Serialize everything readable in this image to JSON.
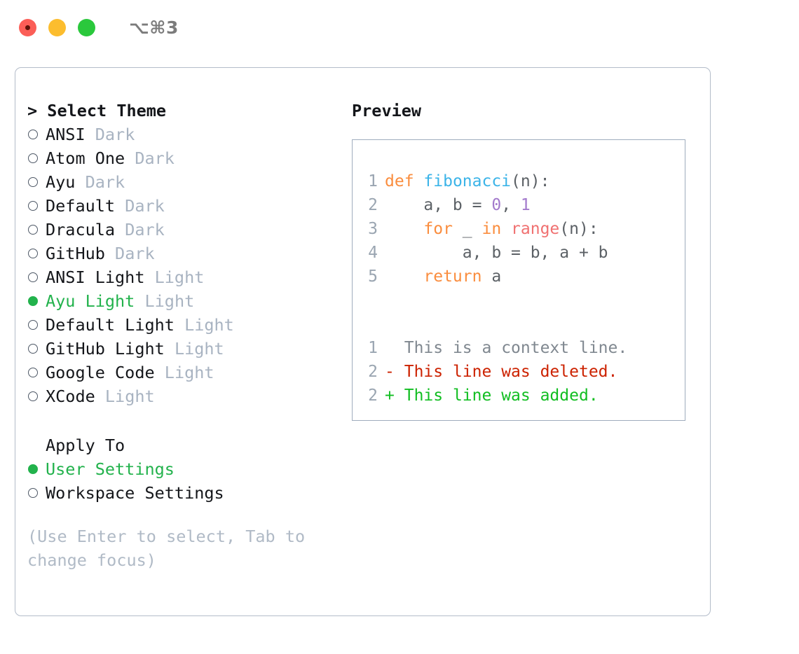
{
  "titlebar": {
    "shortcut": "⌥⌘3",
    "lights": [
      "close",
      "minimize",
      "zoom"
    ]
  },
  "theme_picker": {
    "header": "> Select Theme",
    "header_prompt": ">",
    "header_text": "Select Theme",
    "options": [
      {
        "marker": "○",
        "label": "ANSI",
        "tag": "Dark",
        "selected": false
      },
      {
        "marker": "○",
        "label": "Atom One",
        "tag": "Dark",
        "selected": false
      },
      {
        "marker": "○",
        "label": "Ayu",
        "tag": "Dark",
        "selected": false
      },
      {
        "marker": "○",
        "label": "Default",
        "tag": "Dark",
        "selected": false
      },
      {
        "marker": "○",
        "label": "Dracula",
        "tag": "Dark",
        "selected": false
      },
      {
        "marker": "○",
        "label": "GitHub",
        "tag": "Dark",
        "selected": false
      },
      {
        "marker": "○",
        "label": "ANSI Light",
        "tag": "Light",
        "selected": false
      },
      {
        "marker": "●",
        "label": "Ayu Light",
        "tag": "Light",
        "selected": true
      },
      {
        "marker": "○",
        "label": "Default Light",
        "tag": "Light",
        "selected": false
      },
      {
        "marker": "○",
        "label": "GitHub Light",
        "tag": "Light",
        "selected": false
      },
      {
        "marker": "○",
        "label": "Google Code",
        "tag": "Light",
        "selected": false
      },
      {
        "marker": "○",
        "label": "XCode",
        "tag": "Light",
        "selected": false
      }
    ]
  },
  "apply_to": {
    "header": "Apply To",
    "options": [
      {
        "marker": "●",
        "label": "User Settings",
        "selected": true
      },
      {
        "marker": "○",
        "label": "Workspace Settings",
        "selected": false
      }
    ]
  },
  "hint": "(Use Enter to select, Tab to change focus)",
  "preview": {
    "title": "Preview",
    "code_lines": [
      {
        "lno": "1",
        "tokens": [
          {
            "t": "def",
            "c": "kw"
          },
          {
            "t": " ",
            "c": "pl"
          },
          {
            "t": "fibonacci",
            "c": "fn"
          },
          {
            "t": "(n):",
            "c": "pl"
          }
        ]
      },
      {
        "lno": "2",
        "tokens": [
          {
            "t": "    a, b = ",
            "c": "pl"
          },
          {
            "t": "0",
            "c": "num"
          },
          {
            "t": ", ",
            "c": "pl"
          },
          {
            "t": "1",
            "c": "num"
          }
        ]
      },
      {
        "lno": "3",
        "tokens": [
          {
            "t": "    ",
            "c": "pl"
          },
          {
            "t": "for",
            "c": "kw"
          },
          {
            "t": " _ ",
            "c": "pl"
          },
          {
            "t": "in",
            "c": "kw"
          },
          {
            "t": " ",
            "c": "pl"
          },
          {
            "t": "range",
            "c": "bi"
          },
          {
            "t": "(n):",
            "c": "pl"
          }
        ]
      },
      {
        "lno": "4",
        "tokens": [
          {
            "t": "        a, b = b, a + b",
            "c": "pl"
          }
        ]
      },
      {
        "lno": "5",
        "tokens": [
          {
            "t": "    ",
            "c": "pl"
          },
          {
            "t": "return",
            "c": "kw"
          },
          {
            "t": " a",
            "c": "pl"
          }
        ]
      }
    ],
    "diff_lines": [
      {
        "lno": "1",
        "sign": " ",
        "text": "This is a context line.",
        "kind": "ctx"
      },
      {
        "lno": "2",
        "sign": "-",
        "text": "This line was deleted.",
        "kind": "del"
      },
      {
        "lno": "2",
        "sign": "+",
        "text": "This line was added.",
        "kind": "add"
      }
    ]
  },
  "colors": {
    "accent_green": "#22b24c",
    "tag_gray": "#a8b3c1",
    "hint_gray": "#b0bac6",
    "border": "#b3bcc9",
    "panel_border": "#9facbd",
    "keyword": "#FA8D3E",
    "function": "#3CB4E8",
    "number": "#A37ACC",
    "builtin": "#F07171",
    "plain": "#5c6166",
    "lineno": "#9aa5b1",
    "diff_context": "#808890",
    "diff_deleted": "#CC2200",
    "diff_added": "#12BE22",
    "light_red": "#FB5E57",
    "light_yellow": "#FCBD2E",
    "light_green": "#2AC83C"
  }
}
